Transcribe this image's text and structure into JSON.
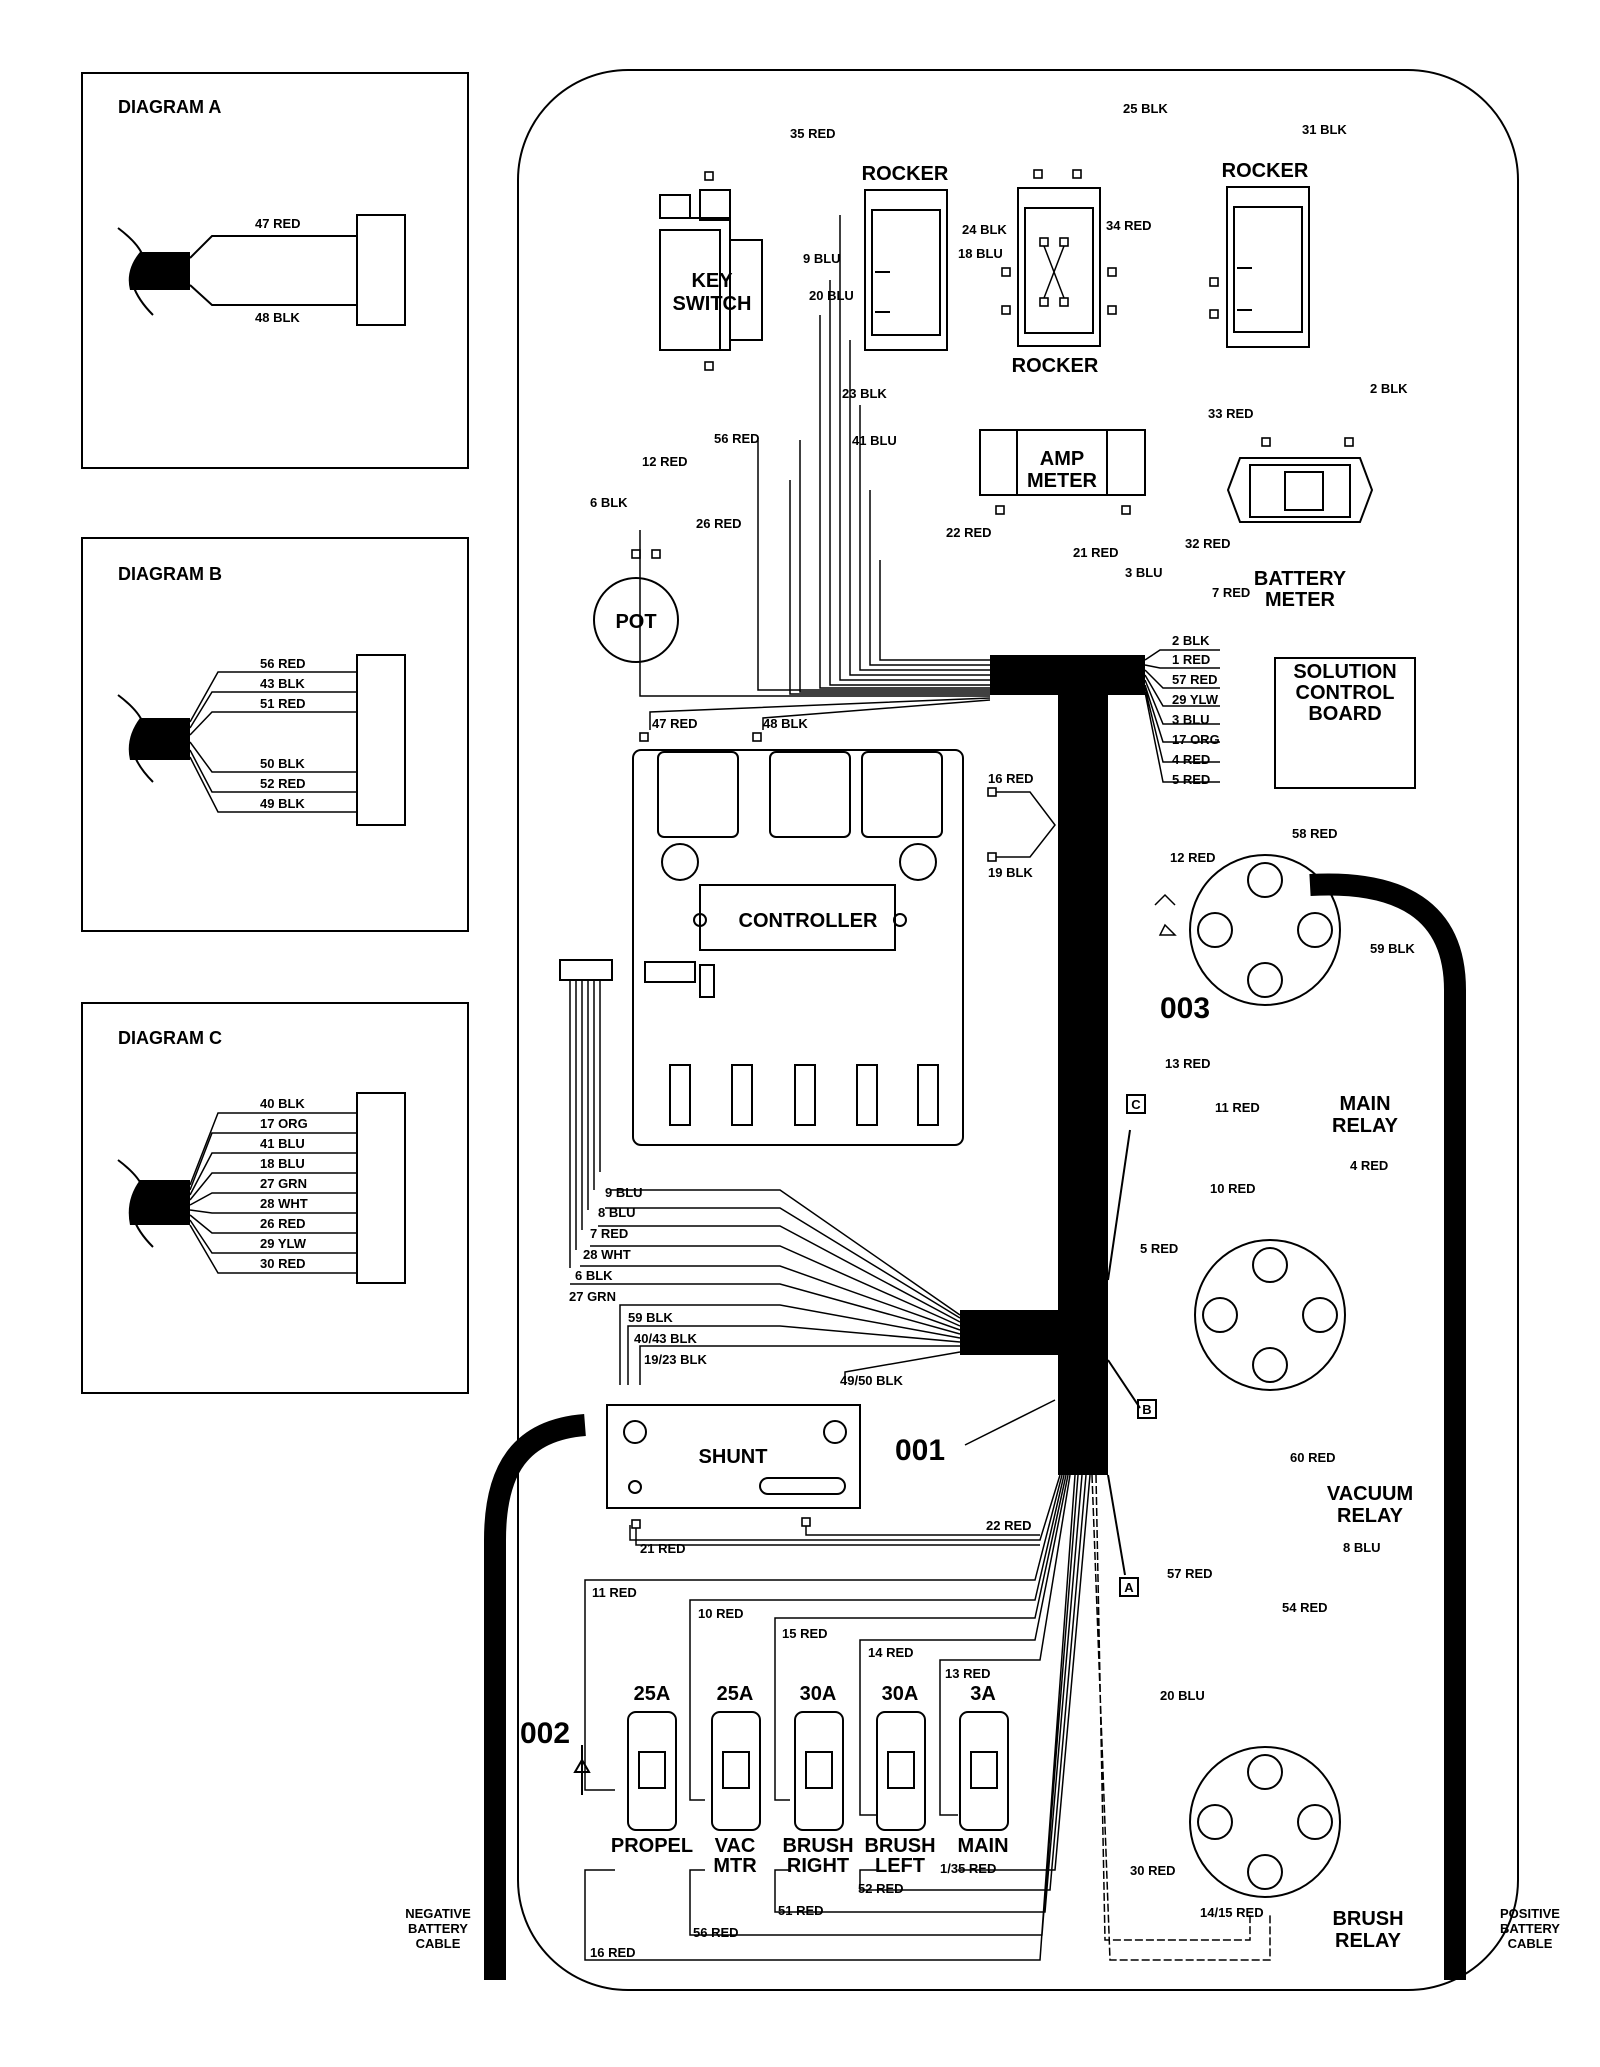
{
  "insets": [
    {
      "title": "DIAGRAM A",
      "wires": [
        "47 RED",
        "48 BLK"
      ]
    },
    {
      "title": "DIAGRAM B",
      "wires": [
        "56 RED",
        "43 BLK",
        "51 RED",
        "50 BLK",
        "52 RED",
        "49 BLK"
      ]
    },
    {
      "title": "DIAGRAM C",
      "wires": [
        "40 BLK",
        "17 ORG",
        "41 BLU",
        "18 BLU",
        "27 GRN",
        "28 WHT",
        "26 RED",
        "29 YLW",
        "30 RED"
      ]
    }
  ],
  "components": {
    "key_switch": [
      "KEY",
      "SWITCH"
    ],
    "rocker_left": "ROCKER",
    "rocker_center": "ROCKER",
    "rocker_right": "ROCKER",
    "amp_meter": [
      "AMP",
      "METER"
    ],
    "battery_meter": [
      "BATTERY",
      "METER"
    ],
    "pot": "POT",
    "solution_control_board": [
      "SOLUTION",
      "CONTROL",
      "BOARD"
    ],
    "controller": "CONTROLLER",
    "shunt": "SHUNT",
    "main_relay": [
      "MAIN",
      "RELAY"
    ],
    "vacuum_relay": [
      "VACUUM",
      "RELAY"
    ],
    "brush_relay": [
      "BRUSH",
      "RELAY"
    ],
    "negative_cable": [
      "NEGATIVE",
      "BATTERY",
      "CABLE"
    ],
    "positive_cable": [
      "POSITIVE",
      "BATTERY",
      "CABLE"
    ]
  },
  "fuses": [
    {
      "rating": "25A",
      "name": [
        "PROPEL"
      ]
    },
    {
      "rating": "25A",
      "name": [
        "VAC",
        "MTR"
      ]
    },
    {
      "rating": "30A",
      "name": [
        "BRUSH",
        "RIGHT"
      ]
    },
    {
      "rating": "30A",
      "name": [
        "BRUSH",
        "LEFT"
      ]
    },
    {
      "rating": "3A",
      "name": [
        "MAIN"
      ]
    }
  ],
  "callouts": {
    "harness": "001",
    "diode": "002",
    "relay_diode": "003"
  },
  "connector_tags": [
    "A",
    "B",
    "C"
  ],
  "wire_labels": {
    "top": [
      "35 RED",
      "25 BLK",
      "31 BLK",
      "24 BLK",
      "34 RED",
      "18 BLU",
      "9 BLU",
      "20 BLU",
      "23 BLK",
      "41 BLU",
      "56 RED",
      "12 RED",
      "6 BLK",
      "26 RED",
      "33 RED",
      "2 BLK",
      "22 RED",
      "21 RED",
      "32 RED",
      "3 BLU",
      "7 RED"
    ],
    "solution_board": [
      "2 BLK",
      "1 RED",
      "57 RED",
      "29 YLW",
      "3 BLU",
      "17 ORG",
      "4 RED",
      "5 RED"
    ],
    "controller": [
      "47 RED",
      "48 BLK",
      "16 RED",
      "19 BLK"
    ],
    "main_relay": [
      "58 RED",
      "12 RED",
      "59 BLK",
      "13 RED",
      "11 RED"
    ],
    "vacuum_relay": [
      "10 RED",
      "4 RED",
      "5 RED",
      "60 RED"
    ],
    "brush_relay": [
      "8 BLU",
      "57 RED",
      "54 RED",
      "20 BLU",
      "30 RED",
      "14/15 RED"
    ],
    "ribbon": [
      "9 BLU",
      "8 BLU",
      "7 RED",
      "28 WHT",
      "6 BLK",
      "27 GRN"
    ],
    "shunt": [
      "59 BLK",
      "40/43 BLK",
      "19/23 BLK",
      "49/50 BLK",
      "21 RED",
      "22 RED"
    ],
    "fuse_block": [
      "11 RED",
      "10 RED",
      "15 RED",
      "14 RED",
      "13 RED",
      "1/35 RED",
      "52 RED",
      "51 RED",
      "56 RED",
      "16 RED"
    ]
  }
}
